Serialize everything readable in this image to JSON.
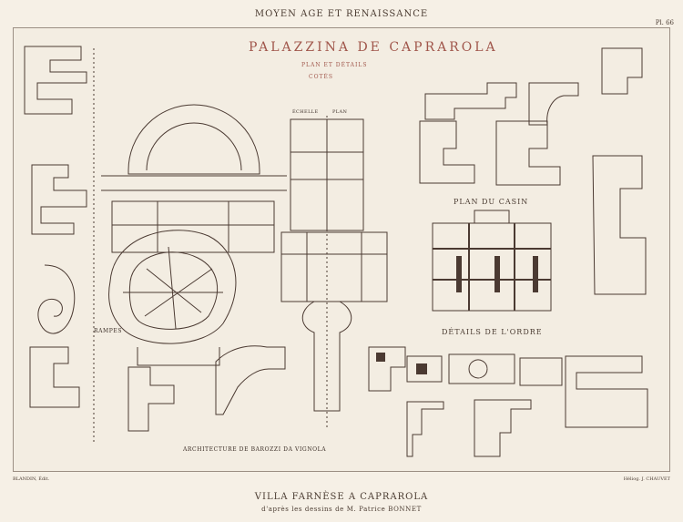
{
  "header": {
    "title": "MOYEN AGE ET RENAISSANCE",
    "plate_number": "Pl. 66"
  },
  "drawing": {
    "main_title": "PALAZZINA DE CAPRAROLA",
    "subtitle_line1": "PLAN ET DÉTAILS",
    "subtitle_line2": "COTÉS",
    "labels": [
      "PLAN DU CASIN",
      "DÉTAILS DE L'ORDRE",
      "ARCHITECTURE DE BAROZZI DA VIGNOLA",
      "RAMPES",
      "ÉCHELLE",
      "PLAN"
    ]
  },
  "footer": {
    "left": "BLANDIN, Édit.",
    "right": "Héliog. J. CHAUVET"
  },
  "caption": {
    "title": "VILLA FARNÈSE A CAPRAROLA",
    "credit": "d'après les dessins de M. Patrice BONNET"
  }
}
